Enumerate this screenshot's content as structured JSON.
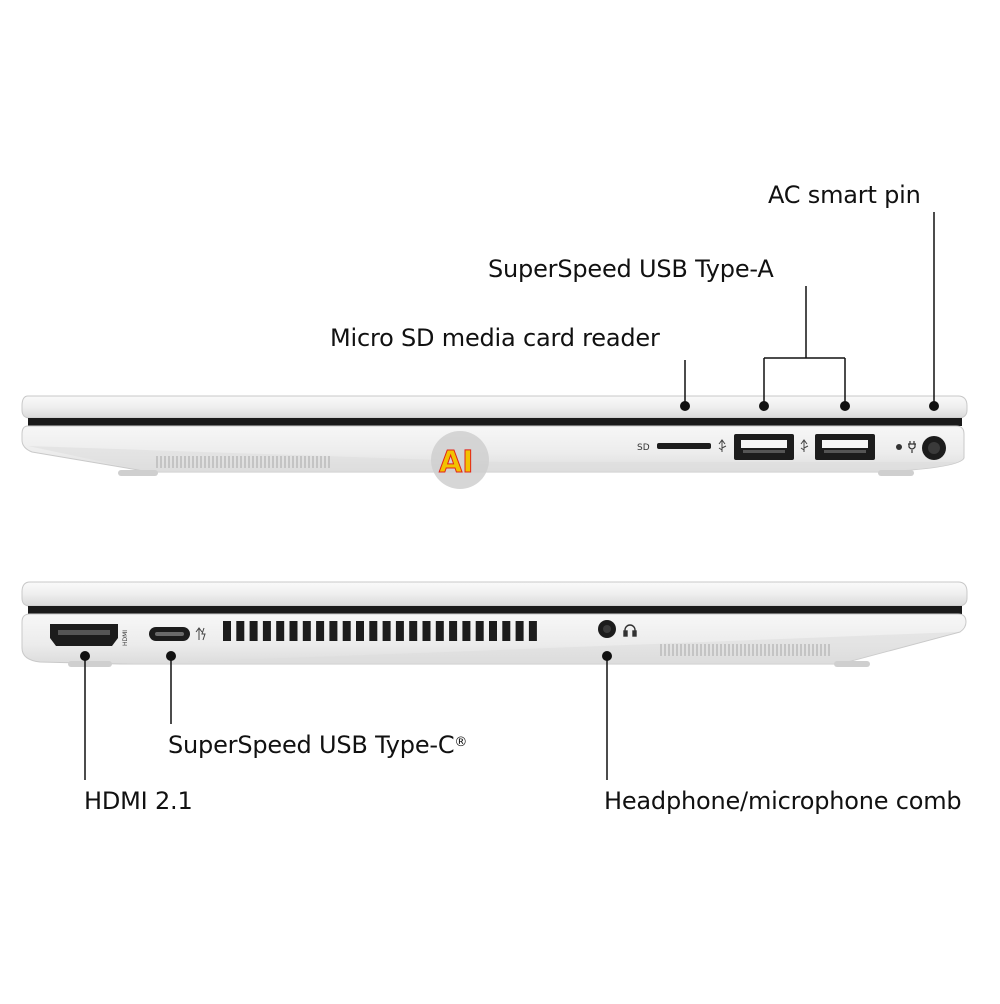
{
  "colors": {
    "background": "#ffffff",
    "chassis_light": "#f1f1f1",
    "chassis_mid": "#e2e2e2",
    "chassis_shadow": "#cfcfcf",
    "seam": "#1a1a1a",
    "port": "#1c1c1c",
    "leader_line": "#111111",
    "label": "#111111",
    "logo_yellow": "#f2c200",
    "logo_red": "#e2231a"
  },
  "top_view": {
    "labels": {
      "ac_smart_pin": "AC smart pin",
      "usb_type_a": "SuperSpeed USB Type-A",
      "micro_sd": "Micro SD media card reader"
    },
    "port_marks": {
      "sd": "SD"
    },
    "icons": [
      "usb-ss-icon",
      "usb-ss-icon",
      "power-plug-icon"
    ]
  },
  "bottom_view": {
    "labels": {
      "usb_type_c": "SuperSpeed USB Type-C",
      "usb_type_c_mark": "®",
      "hdmi": "HDMI 2.1",
      "headphone": "Headphone/microphone comb"
    },
    "port_marks": {
      "hdmi": "HDMI"
    },
    "icons": [
      "usb-ss-charge-icon",
      "headphone-icon"
    ]
  },
  "watermark": {
    "text": "AI"
  }
}
